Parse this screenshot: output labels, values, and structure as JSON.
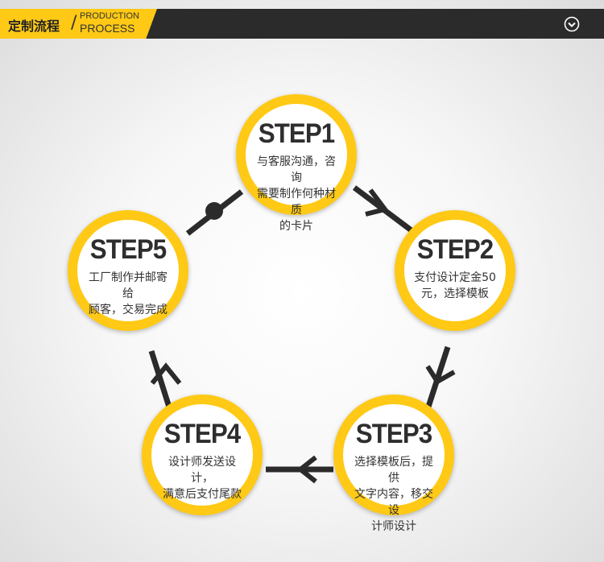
{
  "header": {
    "title_cn": "定制流程",
    "divider": "/",
    "title_en_line1": "PRODUCTION",
    "title_en_line2": "PROCESS",
    "toggle_icon": "chevron-down-circle-icon"
  },
  "colors": {
    "accent": "#ffc915",
    "header_bg": "#2b2b2b",
    "connector": "#2b2b2b"
  },
  "steps": [
    {
      "title": "STEP1",
      "desc_lines": [
        "与客服沟通，咨询",
        "需要制作何种材质",
        "的卡片"
      ]
    },
    {
      "title": "STEP2",
      "desc_lines": [
        "支付设计定金50",
        "元，选择模板"
      ]
    },
    {
      "title": "STEP3",
      "desc_lines": [
        "选择模板后，提供",
        "文字内容，移交设",
        "计师设计"
      ]
    },
    {
      "title": "STEP4",
      "desc_lines": [
        "设计师发送设计，",
        "满意后支付尾款"
      ]
    },
    {
      "title": "STEP5",
      "desc_lines": [
        "工厂制作并邮寄给",
        "顾客，交易完成"
      ]
    }
  ]
}
